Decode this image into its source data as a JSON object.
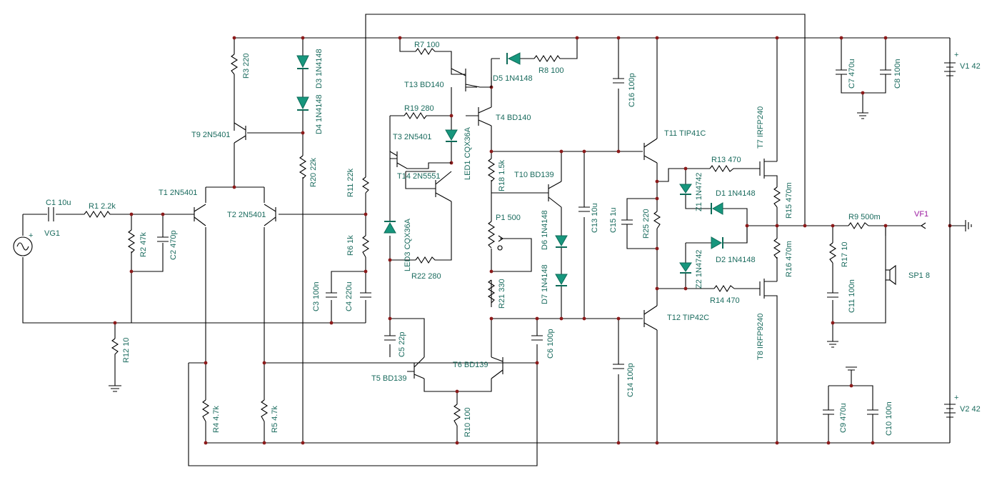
{
  "labels": {
    "C1": "C1 10u",
    "R1": "R1 2.2k",
    "VG1": "VG1",
    "R2": "R2 47k",
    "C2": "C2 470p",
    "R12": "R12 10",
    "R3": "R3 220",
    "D3": "D3 1N4148",
    "D4": "D4 1N4148",
    "T9": "T9 2N5401",
    "R20": "R20 22k",
    "T1": "T1 2N5401",
    "T2": "T2 2N5401",
    "R11": "R11 22k",
    "R6": "R6 1k",
    "C3": "C3 100n",
    "C4": "C4 220u",
    "R4": "R4 4.7k",
    "R5": "R5 4.7k",
    "R7": "R7 100",
    "T13": "T13 BD140",
    "R19": "R19 280",
    "T3": "T3 2N5401",
    "LED1": "LED1 CQX36A",
    "T14": "T14 2N5551",
    "LED3": "LED3 CQX36A",
    "R22": "R22 280",
    "C5": "C5 22p",
    "T5": "T5 BD139",
    "R10": "R10 100",
    "T6": "T6 BD139",
    "C6": "C6 100p",
    "D5": "D5 1N4148",
    "R8": "R8 100",
    "T4": "T4 BD140",
    "R18": "R18 1.5k",
    "T10": "T10 BD139",
    "P1": "P1 500",
    "R21": "R21 330",
    "D6": "D6 1N4148",
    "D7": "D7 1N4148",
    "C13": "C13 10u",
    "C16": "C16 100p",
    "C14": "C14 100p",
    "T11": "T11 TIP41C",
    "T12": "T12 TIP42C",
    "C15": "C15 1u",
    "R25": "R25 220",
    "R13": "R13 470",
    "R14": "R14 470",
    "Z1": "Z1 1N4742",
    "Z2": "Z2 1N4742",
    "D1": "D1 1N4148",
    "D2": "D2 1N4148",
    "T7": "T7 IRFP240",
    "T8": "T8 IRFP9240",
    "R15": "R15 470m",
    "R16": "R16 470m",
    "R9": "R9 500m",
    "VF1": "VF1",
    "R17": "R17 10",
    "C11": "C11 100n",
    "SP1": "SP1 8",
    "C7": "C7 470u",
    "C8": "C8 100n",
    "V1": "V1 42",
    "C9": "C9 470u",
    "C10": "C10 100n",
    "V2": "V2 42"
  }
}
